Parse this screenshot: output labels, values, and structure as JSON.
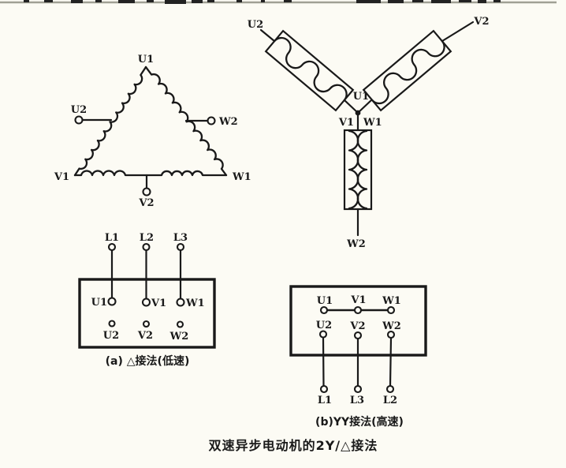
{
  "figure": {
    "title": "双速异步电动机的2Y/△接法",
    "colors": {
      "ink": "#191919",
      "background": "#fcfbf4",
      "top_rule": "#a0a094"
    }
  },
  "delta_diagram": {
    "apex_label": "U1",
    "left_tap_label": "U2",
    "right_tap_label": "W2",
    "bottom_left_label": "V1",
    "bottom_right_label": "W1",
    "bottom_tap_label": "V2"
  },
  "star_diagram": {
    "left_lead_label": "U2",
    "right_lead_label": "V2",
    "neutral_top_label": "U1",
    "neutral_left_label": "V1",
    "neutral_right_label": "W1",
    "bottom_lead_label": "W2"
  },
  "terminal_box_a": {
    "caption": "(a) △接法(低速)",
    "line_terminals": [
      "L1",
      "L2",
      "L3"
    ],
    "winding_start_terminals": [
      "U1",
      "V1",
      "W1"
    ],
    "winding_end_terminals": [
      "U2",
      "V2",
      "W2"
    ]
  },
  "terminal_box_b": {
    "caption": "(b)YY接法(高速)",
    "winding_start_terminals": [
      "U1",
      "V1",
      "W1"
    ],
    "winding_end_terminals": [
      "U2",
      "V2",
      "W2"
    ],
    "line_terminals": [
      "L1",
      "L3",
      "L2"
    ]
  }
}
